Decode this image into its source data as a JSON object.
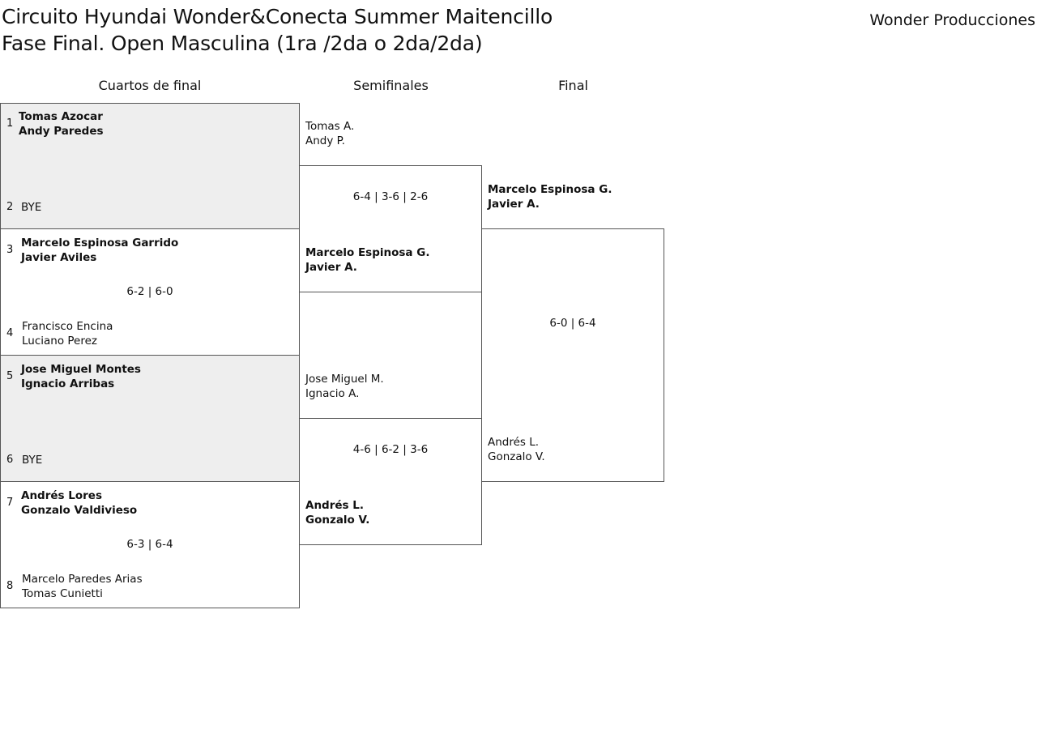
{
  "header": {
    "title_line1": "Circuito Hyundai Wonder&Conecta Summer Maitencillo",
    "title_line2": "Fase Final. Open Masculina (1ra /2da o 2da/2da)",
    "organizer": "Wonder Producciones"
  },
  "rounds": {
    "quarterfinals": "Cuartos de final",
    "semifinals": "Semifinales",
    "final": "Final"
  },
  "quarterfinals": [
    {
      "top": {
        "seed": "1",
        "p1": "Tomas Azocar",
        "p2": "Andy Paredes"
      },
      "bottom": {
        "seed": "2",
        "p1": "BYE",
        "p2": ""
      },
      "score": ""
    },
    {
      "top": {
        "seed": "3",
        "p1": "Marcelo Espinosa Garrido",
        "p2": "Javier Aviles"
      },
      "bottom": {
        "seed": "4",
        "p1": "Francisco Encina",
        "p2": "Luciano Perez"
      },
      "score": "6-2 | 6-0"
    },
    {
      "top": {
        "seed": "5",
        "p1": "Jose Miguel Montes",
        "p2": "Ignacio Arribas"
      },
      "bottom": {
        "seed": "6",
        "p1": "BYE",
        "p2": ""
      },
      "score": ""
    },
    {
      "top": {
        "seed": "7",
        "p1": "Andrés Lores",
        "p2": "Gonzalo Valdivieso"
      },
      "bottom": {
        "seed": "8",
        "p1": "Marcelo Paredes Arias",
        "p2": "Tomas Cunietti"
      },
      "score": "6-3 | 6-4"
    }
  ],
  "semifinals": [
    {
      "top": {
        "p1": "Tomas A.",
        "p2": "Andy P."
      },
      "bottom": {
        "p1": "Marcelo Espinosa G.",
        "p2": "Javier A."
      },
      "score": "6-4 | 3-6 | 2-6"
    },
    {
      "top": {
        "p1": "Jose Miguel M.",
        "p2": "Ignacio A."
      },
      "bottom": {
        "p1": "Andrés L.",
        "p2": "Gonzalo V."
      },
      "score": "4-6 | 6-2 | 3-6"
    }
  ],
  "final": {
    "top": {
      "p1": "Marcelo Espinosa G.",
      "p2": "Javier A."
    },
    "bottom": {
      "p1": "Andrés L.",
      "p2": "Gonzalo V."
    },
    "score": "6-0 | 6-4"
  }
}
